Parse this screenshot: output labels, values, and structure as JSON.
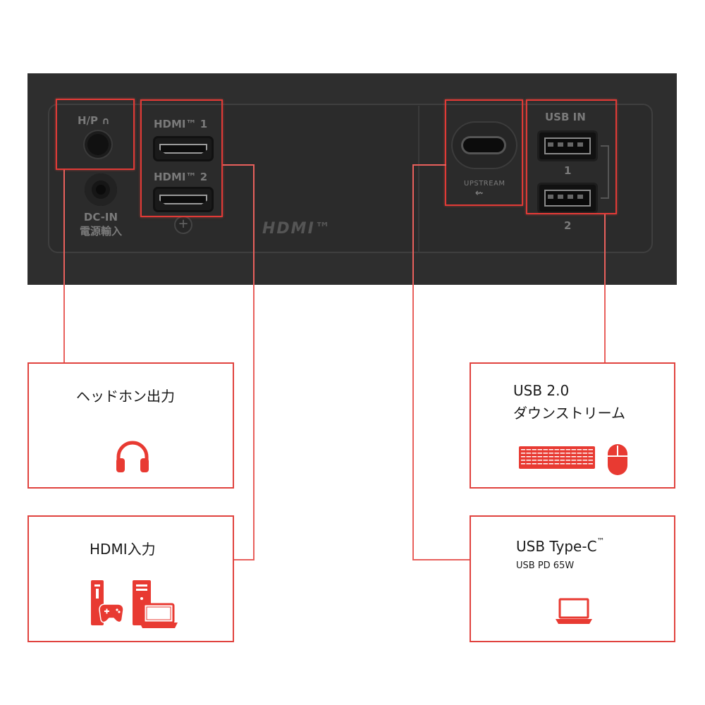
{
  "panel": {
    "labels": {
      "hp": "H/P",
      "dcin": "DC-IN",
      "dcin_jp": "電源輸入",
      "hdmi1": "HDMI™ 1",
      "hdmi2": "HDMI™ 2",
      "hdmi_logo": "HDMI™",
      "upstream": "UPSTREAM",
      "usb_in": "USB IN",
      "usb1": "1",
      "usb2": "2"
    }
  },
  "callouts": {
    "headphone": {
      "title": "ヘッドホン出力",
      "icon": "headphones-icon"
    },
    "hdmi": {
      "title": "HDMI入力",
      "icons": [
        "game-console-icon",
        "desktop-pc-icon",
        "laptop-icon"
      ]
    },
    "usb_down": {
      "title_line1": "USB 2.0",
      "title_line2": "ダウンストリーム",
      "icons": [
        "keyboard-icon",
        "mouse-icon"
      ]
    },
    "usb_c": {
      "title": "USB Type-C",
      "title_mark": "™",
      "subtitle": "USB PD 65W",
      "icon": "laptop-icon"
    }
  },
  "colors": {
    "accent": "#e0423e",
    "panel": "#2e2e2e",
    "icon_red": "#e83a32"
  }
}
